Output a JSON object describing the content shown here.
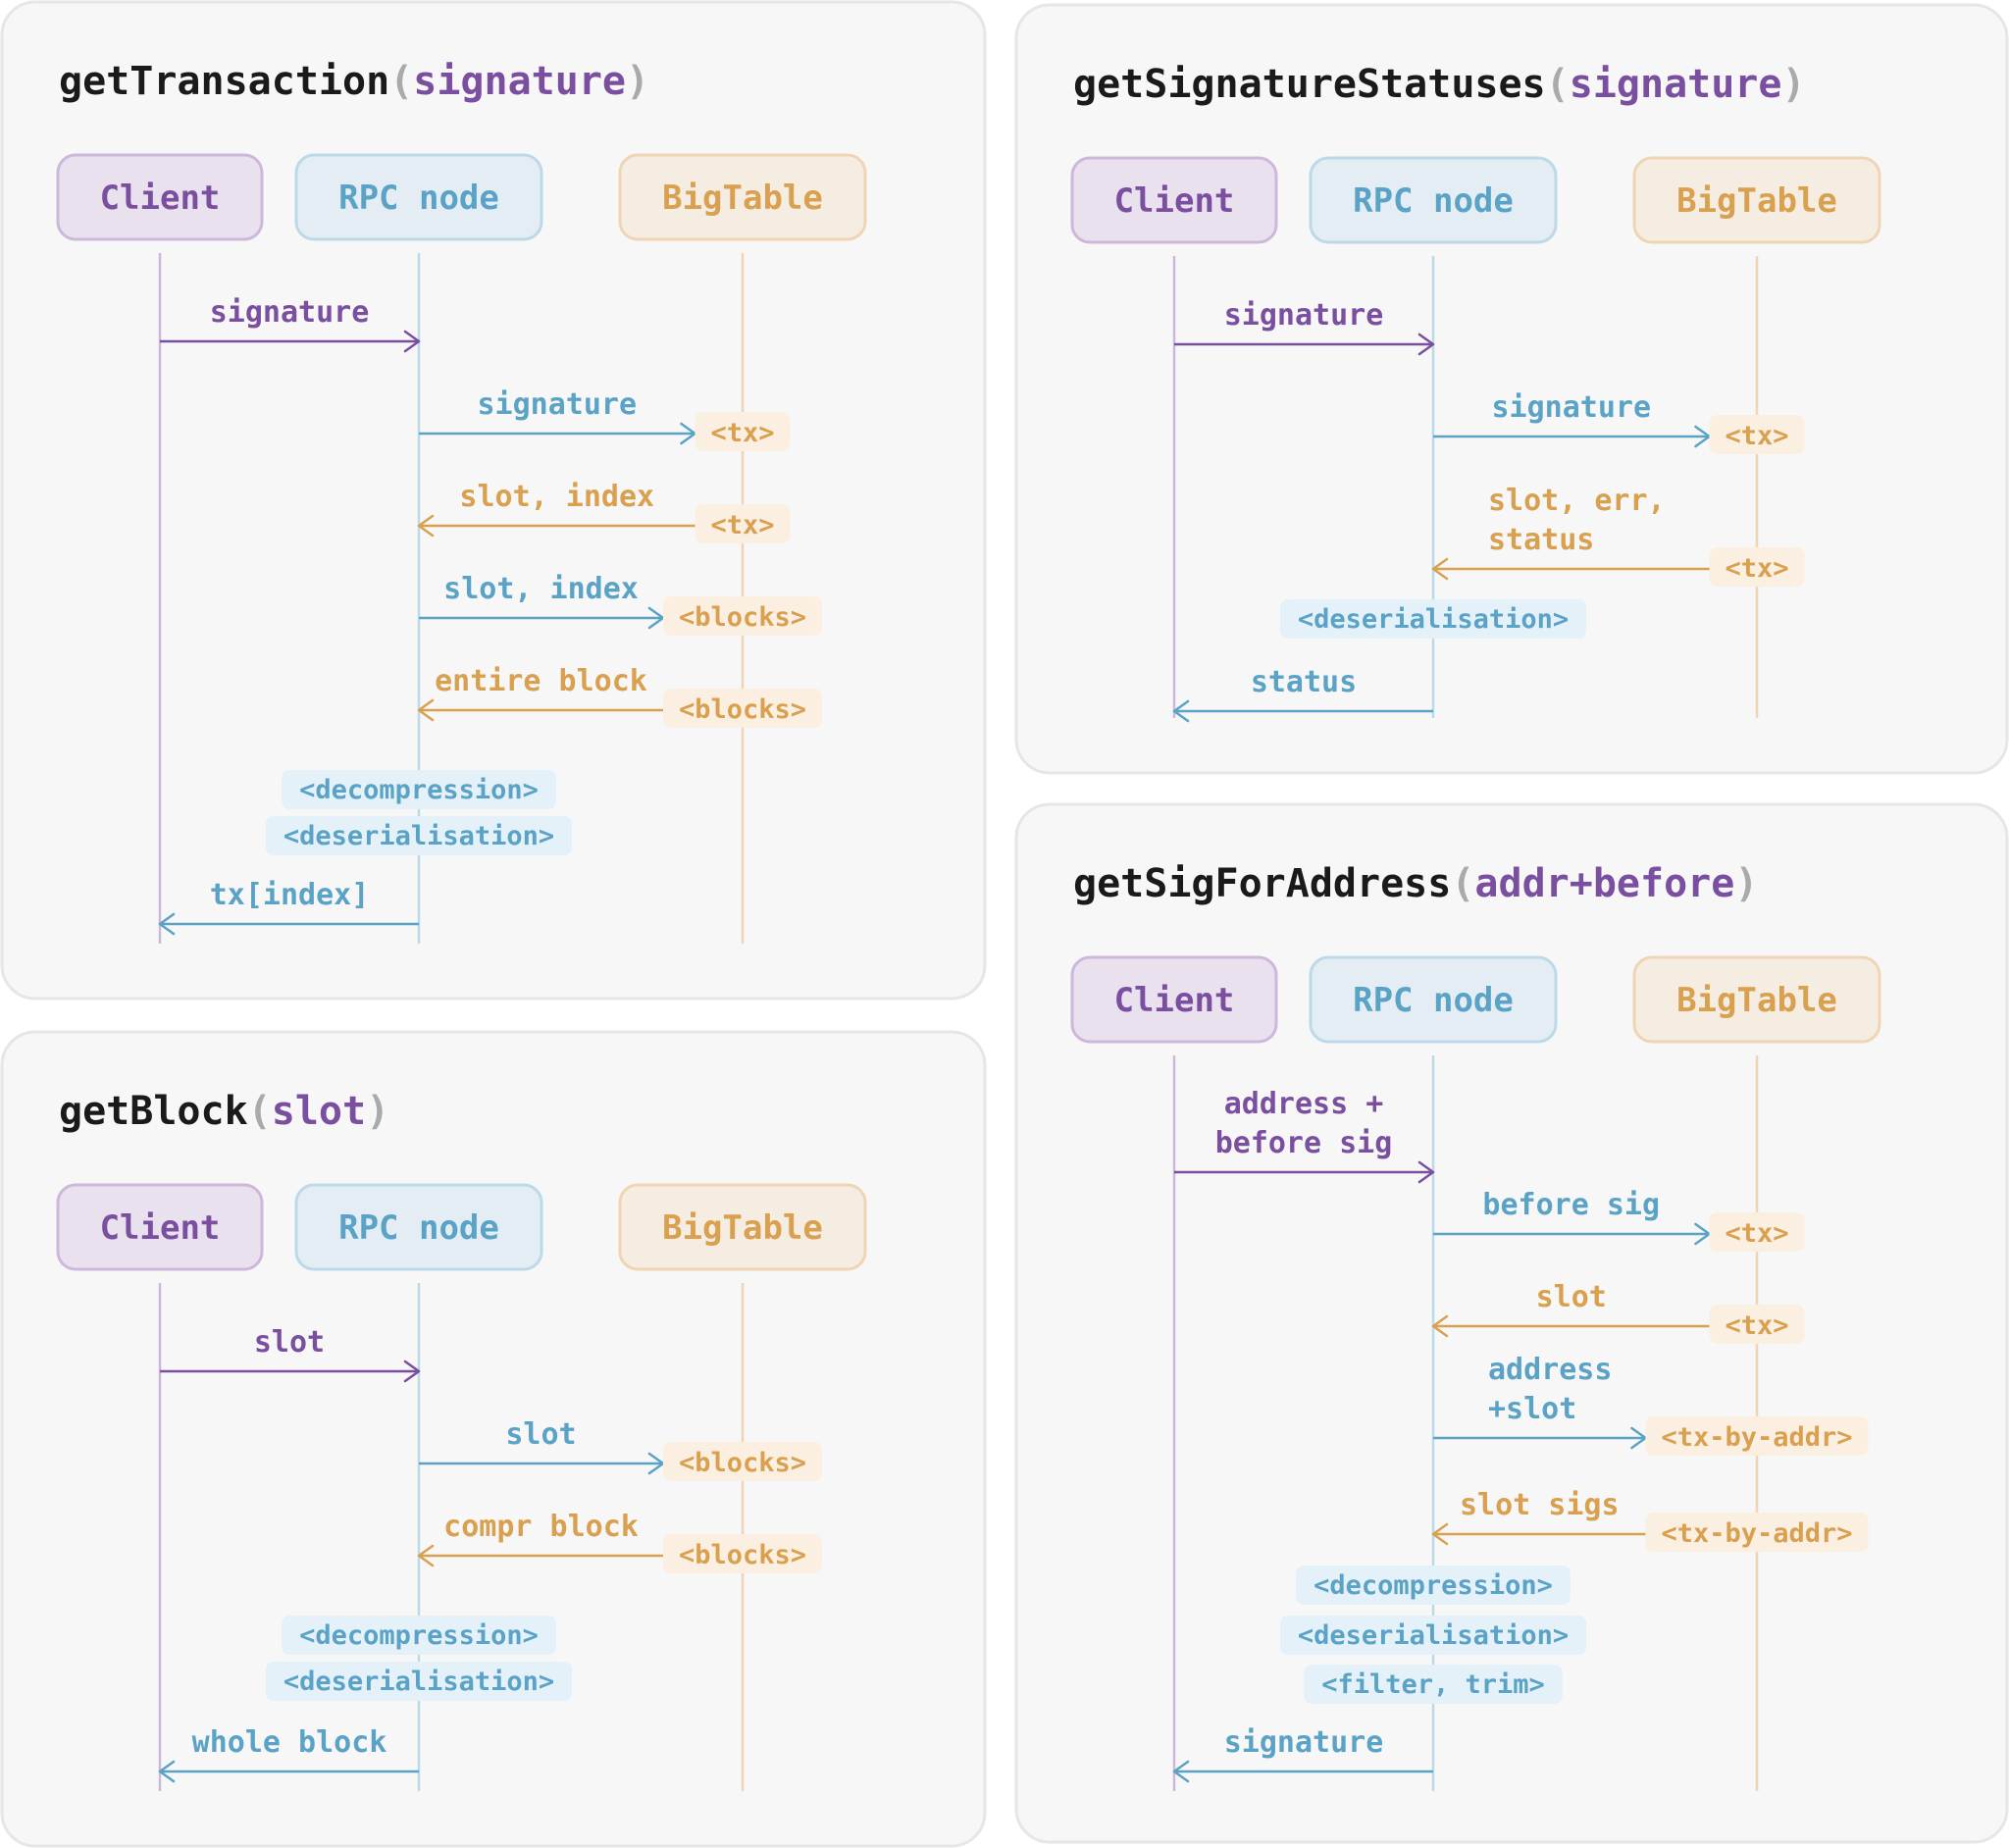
{
  "colors": {
    "client": "#7b4fa0",
    "rpc": "#5ba3c6",
    "bigtable": "#d9a050",
    "panel_bg": "#f7f7f7",
    "panel_border": "#e6e6e6",
    "client_fill": "#e9e1ee",
    "client_stroke": "#cdb8dc",
    "rpc_fill": "#e4edf3",
    "rpc_stroke": "#bcd9e8",
    "bt_fill": "#f5ece2",
    "bt_stroke": "#efd5b4",
    "tag_rpc_bg": "#e5f1f8",
    "tag_bt_bg": "#fbefe1",
    "title": "#1a1a1a",
    "paren": "#aaaaaa"
  },
  "actors": {
    "client": "Client",
    "rpc": "RPC node",
    "bigtable": "BigTable"
  },
  "panels": [
    {
      "id": "get-transaction",
      "title": {
        "method": "getTransaction",
        "open": "(",
        "param": "signature",
        "close": ")"
      },
      "messages": [
        {
          "from": "client",
          "to": "rpc",
          "label": [
            "signature"
          ],
          "color": "client"
        },
        {
          "from": "rpc",
          "to": "bigtable",
          "label": [
            "signature"
          ],
          "color": "rpc",
          "tag": "<tx>"
        },
        {
          "from": "bigtable",
          "to": "rpc",
          "label": [
            "slot, index"
          ],
          "color": "bigtable",
          "tag": "<tx>"
        },
        {
          "from": "rpc",
          "to": "bigtable",
          "label": [
            "slot, index"
          ],
          "color": "rpc",
          "tag": "<blocks>"
        },
        {
          "from": "bigtable",
          "to": "rpc",
          "label": [
            "entire block"
          ],
          "color": "bigtable",
          "tag": "<blocks>"
        },
        {
          "from": "rpc",
          "to": "client",
          "label": [
            "tx[index]"
          ],
          "color": "rpc"
        }
      ],
      "processing": [
        "<decompression>",
        "<deserialisation>"
      ]
    },
    {
      "id": "get-signature-statuses",
      "title": {
        "method": "getSignatureStatuses",
        "open": "(",
        "param": "signature",
        "close": ")"
      },
      "messages": [
        {
          "from": "client",
          "to": "rpc",
          "label": [
            "signature"
          ],
          "color": "client"
        },
        {
          "from": "rpc",
          "to": "bigtable",
          "label": [
            "signature"
          ],
          "color": "rpc",
          "tag": "<tx>"
        },
        {
          "from": "bigtable",
          "to": "rpc",
          "label": [
            "slot, err,",
            "status"
          ],
          "color": "bigtable",
          "tag": "<tx>"
        },
        {
          "from": "rpc",
          "to": "client",
          "label": [
            "status"
          ],
          "color": "rpc"
        }
      ],
      "processing": [
        "<deserialisation>"
      ]
    },
    {
      "id": "get-block",
      "title": {
        "method": "getBlock",
        "open": "(",
        "param": "slot",
        "close": ")"
      },
      "messages": [
        {
          "from": "client",
          "to": "rpc",
          "label": [
            "slot"
          ],
          "color": "client"
        },
        {
          "from": "rpc",
          "to": "bigtable",
          "label": [
            "slot"
          ],
          "color": "rpc",
          "tag": "<blocks>"
        },
        {
          "from": "bigtable",
          "to": "rpc",
          "label": [
            "compr block"
          ],
          "color": "bigtable",
          "tag": "<blocks>"
        },
        {
          "from": "rpc",
          "to": "client",
          "label": [
            "whole block"
          ],
          "color": "rpc"
        }
      ],
      "processing": [
        "<decompression>",
        "<deserialisation>"
      ]
    },
    {
      "id": "get-sig-for-address",
      "title": {
        "method": "getSigForAddress",
        "open": "(",
        "param": "addr+before",
        "close": ")"
      },
      "messages": [
        {
          "from": "client",
          "to": "rpc",
          "label": [
            "address +",
            "before sig"
          ],
          "color": "client"
        },
        {
          "from": "rpc",
          "to": "bigtable",
          "label": [
            "before sig"
          ],
          "color": "rpc",
          "tag": "<tx>"
        },
        {
          "from": "bigtable",
          "to": "rpc",
          "label": [
            "slot"
          ],
          "color": "bigtable",
          "tag": "<tx>"
        },
        {
          "from": "rpc",
          "to": "bigtable",
          "label": [
            "address",
            "+slot"
          ],
          "color": "rpc",
          "tag": "<tx-by-addr>"
        },
        {
          "from": "bigtable",
          "to": "rpc",
          "label": [
            "slot sigs"
          ],
          "color": "bigtable",
          "tag": "<tx-by-addr>"
        },
        {
          "from": "rpc",
          "to": "client",
          "label": [
            "signature"
          ],
          "color": "rpc"
        }
      ],
      "processing": [
        "<decompression>",
        "<deserialisation>",
        "<filter, trim>"
      ]
    }
  ]
}
